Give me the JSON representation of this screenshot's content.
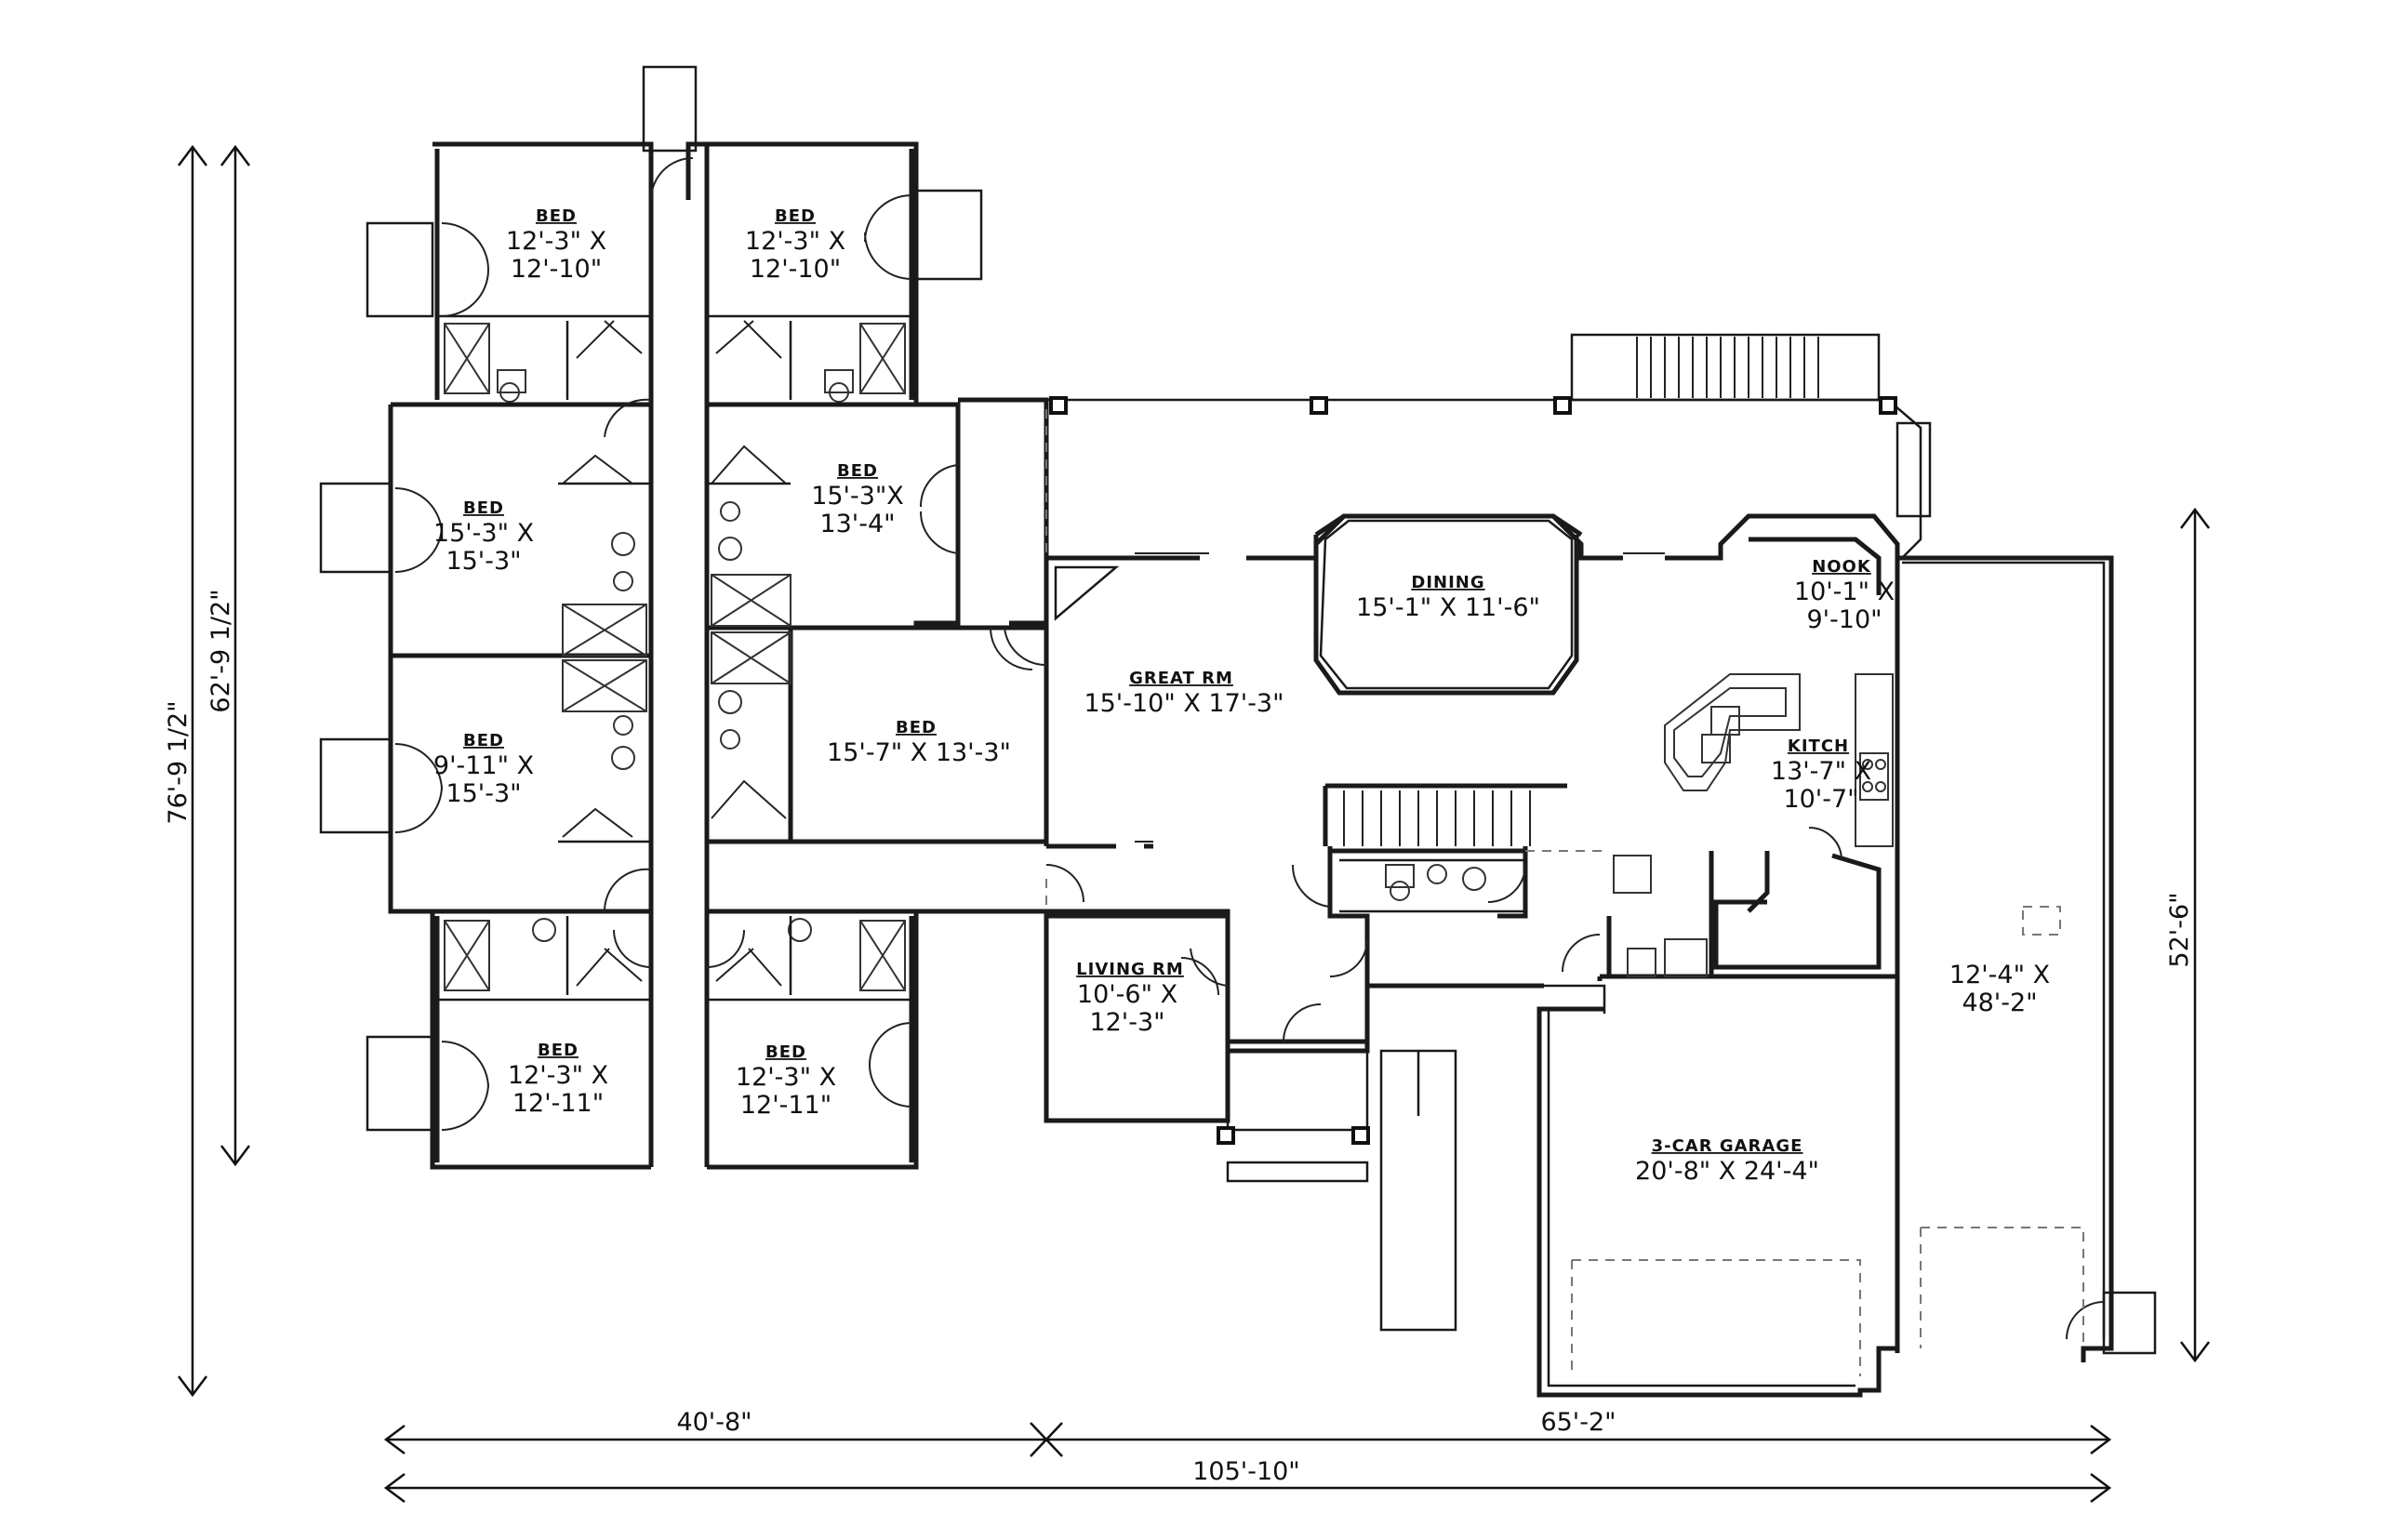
{
  "rooms": {
    "bed_top_left": {
      "name": "BED",
      "w": "12'-3\" X",
      "h": "12'-10\""
    },
    "bed_top_right": {
      "name": "BED",
      "w": "12'-3\" X",
      "h": "12'-10\""
    },
    "bed_mid_left_a": {
      "name": "BED",
      "w": "15'-3\" X",
      "h": "15'-3\""
    },
    "bed_mid_right_a": {
      "name": "BED",
      "w": "15'-3\"X",
      "h": "13'-4\""
    },
    "bed_mid_left_b": {
      "name": "BED",
      "w": "9'-11\" X",
      "h": "15'-3\""
    },
    "bed_mid_right_b": {
      "name": "BED",
      "size": "15'-7\" X 13'-3\""
    },
    "bed_bot_left": {
      "name": "BED",
      "w": "12'-3\" X",
      "h": "12'-11\""
    },
    "bed_bot_right": {
      "name": "BED",
      "w": "12'-3\" X",
      "h": "12'-11\""
    },
    "dining": {
      "name": "DINING",
      "size": "15'-1\" X 11'-6\""
    },
    "nook": {
      "name": "NOOK",
      "w": "10'-1\" X",
      "h": "9'-10\""
    },
    "great_rm": {
      "name": "GREAT RM",
      "size": "15'-10\" X 17'-3\""
    },
    "kitch": {
      "name": "KITCH",
      "w": "13'-7\" X",
      "h": "10'-7\""
    },
    "living_rm": {
      "name": "LIVING RM",
      "w": "10'-6\" X",
      "h": "12'-3\""
    },
    "garage_shop": {
      "w": "12'-4\" X",
      "h": "48'-2\""
    },
    "garage": {
      "name": "3-CAR GARAGE",
      "size": "20'-8\" X 24'-4\""
    }
  },
  "dimensions": {
    "overall_depth": "76'-9 1/2\"",
    "wing_depth": "62'-9 1/2\"",
    "garage_depth": "52'-6\"",
    "left_width": "40'-8\"",
    "right_width": "65'-2\"",
    "overall_width": "105'-10\""
  }
}
